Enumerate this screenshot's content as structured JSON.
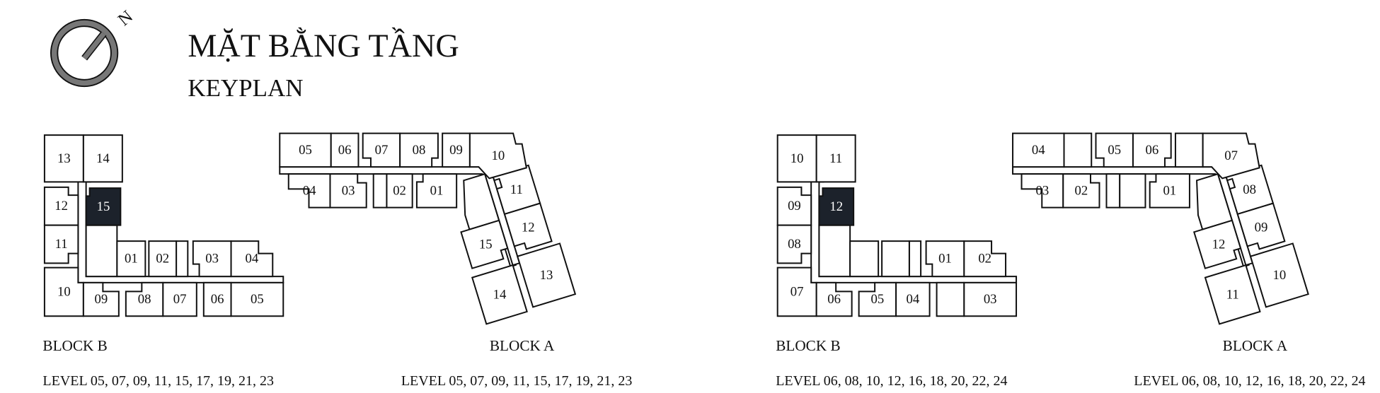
{
  "header": {
    "title": "MẶT BẰNG TẦNG",
    "subtitle": "KEYPLAN",
    "compass_letter": "N"
  },
  "panels": [
    {
      "block_b": {
        "label": "BLOCK B",
        "levels": "LEVEL 05, 07, 09, 11, 15, 17, 19, 21, 23",
        "units": [
          "13",
          "14",
          "12",
          "15",
          "11",
          "01",
          "02",
          "03",
          "04",
          "10",
          "09",
          "08",
          "07",
          "06",
          "05"
        ],
        "highlight": "15"
      },
      "block_a": {
        "label": "BLOCK A",
        "levels": "LEVEL 05, 07, 09, 11, 15, 17, 19, 21, 23",
        "units": [
          "05",
          "06",
          "07",
          "08",
          "09",
          "10",
          "04",
          "03",
          "",
          "02",
          "01",
          "11",
          "12",
          "15",
          "14",
          "13"
        ]
      }
    },
    {
      "block_b": {
        "label": "BLOCK B",
        "levels": "LEVEL 06, 08, 10, 12, 16, 18, 20, 22, 24",
        "units": [
          "10",
          "11",
          "09",
          "12",
          "08",
          "",
          "",
          "01",
          "02",
          "07",
          "06",
          "05",
          "04",
          "",
          "03"
        ],
        "highlight": "12"
      },
      "block_a": {
        "label": "BLOCK A",
        "levels": "LEVEL 06, 08, 10, 12, 16, 18, 20, 22, 24",
        "units": [
          "04",
          "",
          "05",
          "06",
          "",
          "07",
          "03",
          "02",
          "",
          "",
          "01",
          "08",
          "09",
          "12",
          "11",
          "10"
        ]
      }
    }
  ],
  "colors": {
    "highlight": "#1c222b",
    "compass": "#777777"
  }
}
